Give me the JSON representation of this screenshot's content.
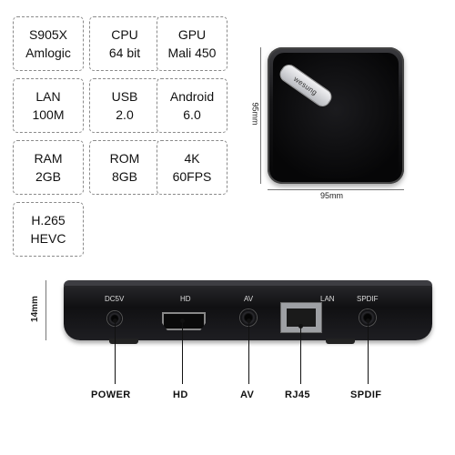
{
  "specs": [
    {
      "line1": "S905X",
      "line2": "Amlogic"
    },
    {
      "line1": "CPU",
      "line2": "64 bit"
    },
    {
      "line1": "GPU",
      "line2": "Mali 450"
    },
    {
      "line1": "LAN",
      "line2": "100M"
    },
    {
      "line1": "USB",
      "line2": "2.0"
    },
    {
      "line1": "Android",
      "line2": "6.0"
    },
    {
      "line1": "RAM",
      "line2": "2GB"
    },
    {
      "line1": "ROM",
      "line2": "8GB"
    },
    {
      "line1": "4K",
      "line2": "60FPS"
    },
    {
      "line1": "H.265",
      "line2": "HEVC"
    }
  ],
  "top_view": {
    "logo_text": "wesung",
    "width_label": "95mm",
    "depth_label": "95mm"
  },
  "side_view": {
    "height_label": "14mm",
    "ports": {
      "dc": "DC5V",
      "hd": "HD",
      "av": "AV",
      "lan": "LAN",
      "spdif": "SPDIF"
    },
    "callouts": [
      "POWER",
      "HD",
      "AV",
      "RJ45",
      "SPDIF"
    ]
  }
}
